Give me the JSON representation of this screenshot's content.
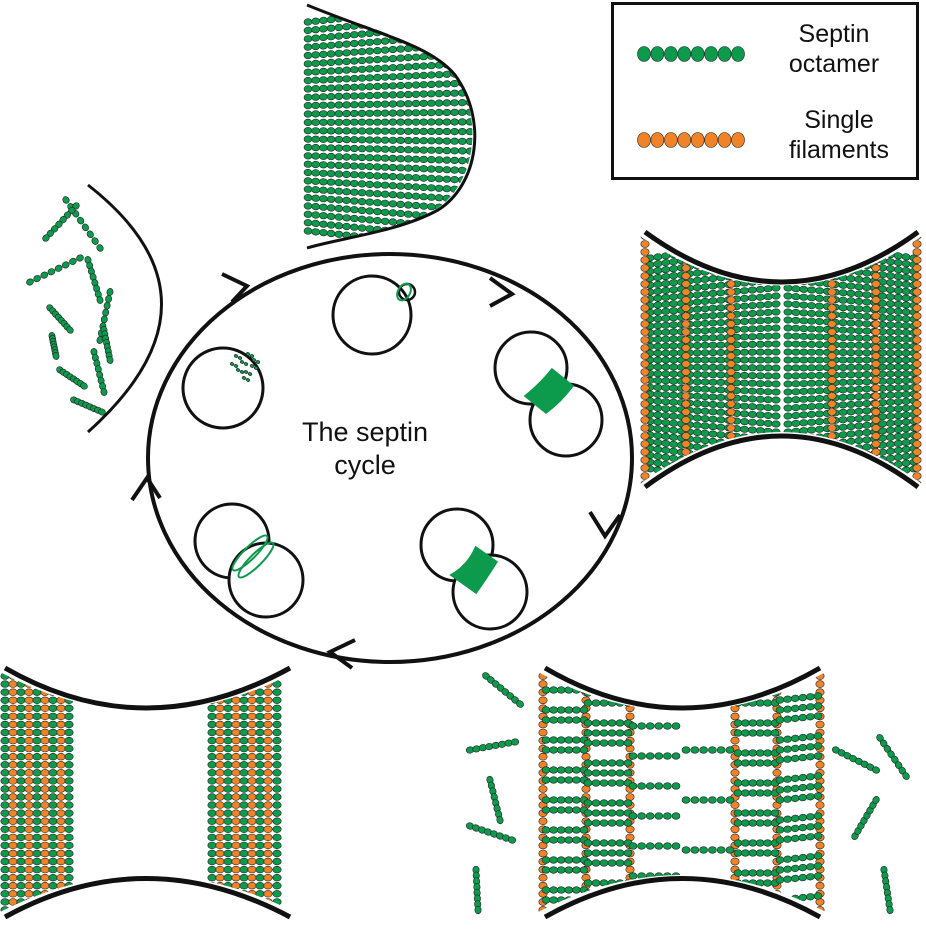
{
  "title": "The septin cycle",
  "center_label": {
    "line1": "The septin",
    "line2": "cycle"
  },
  "legend": {
    "items": [
      {
        "line1": "Septin",
        "line2": "octamer",
        "color": "#0c9a4c"
      },
      {
        "line1": "Single",
        "line2": "filaments",
        "color": "#f08228"
      }
    ]
  },
  "colors": {
    "septin": "#0c9a4c",
    "filament": "#f08228",
    "outline": "#111111"
  }
}
